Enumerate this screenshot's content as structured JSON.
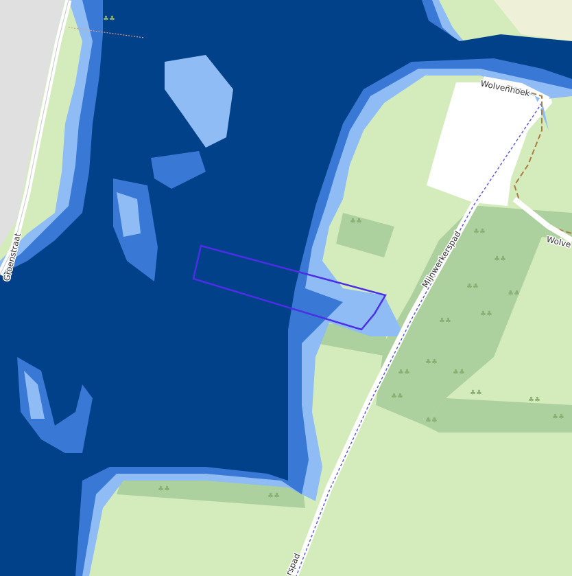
{
  "map": {
    "streets": {
      "groenstraat": "Groenstraat",
      "wolvenhoek": "Wolvenhoek",
      "wolvenhoek_cut": "Wolve",
      "mijnwerkerspad": "Mijnwerkerspad",
      "mijnwerkerspad_cut": "rspad"
    },
    "colors": {
      "grass": "#d4ecbc",
      "forest": "#add19e",
      "water_deep": "#004189",
      "water_mid": "#3978d4",
      "water_shallow": "#8fbcf5",
      "road": "#ffffff",
      "residential": "#e0e0e0",
      "footpath": "#5555ee",
      "track": "#a97e45",
      "selection": "#4b2ee6"
    },
    "icons": {
      "forest": "tree-icon"
    }
  }
}
